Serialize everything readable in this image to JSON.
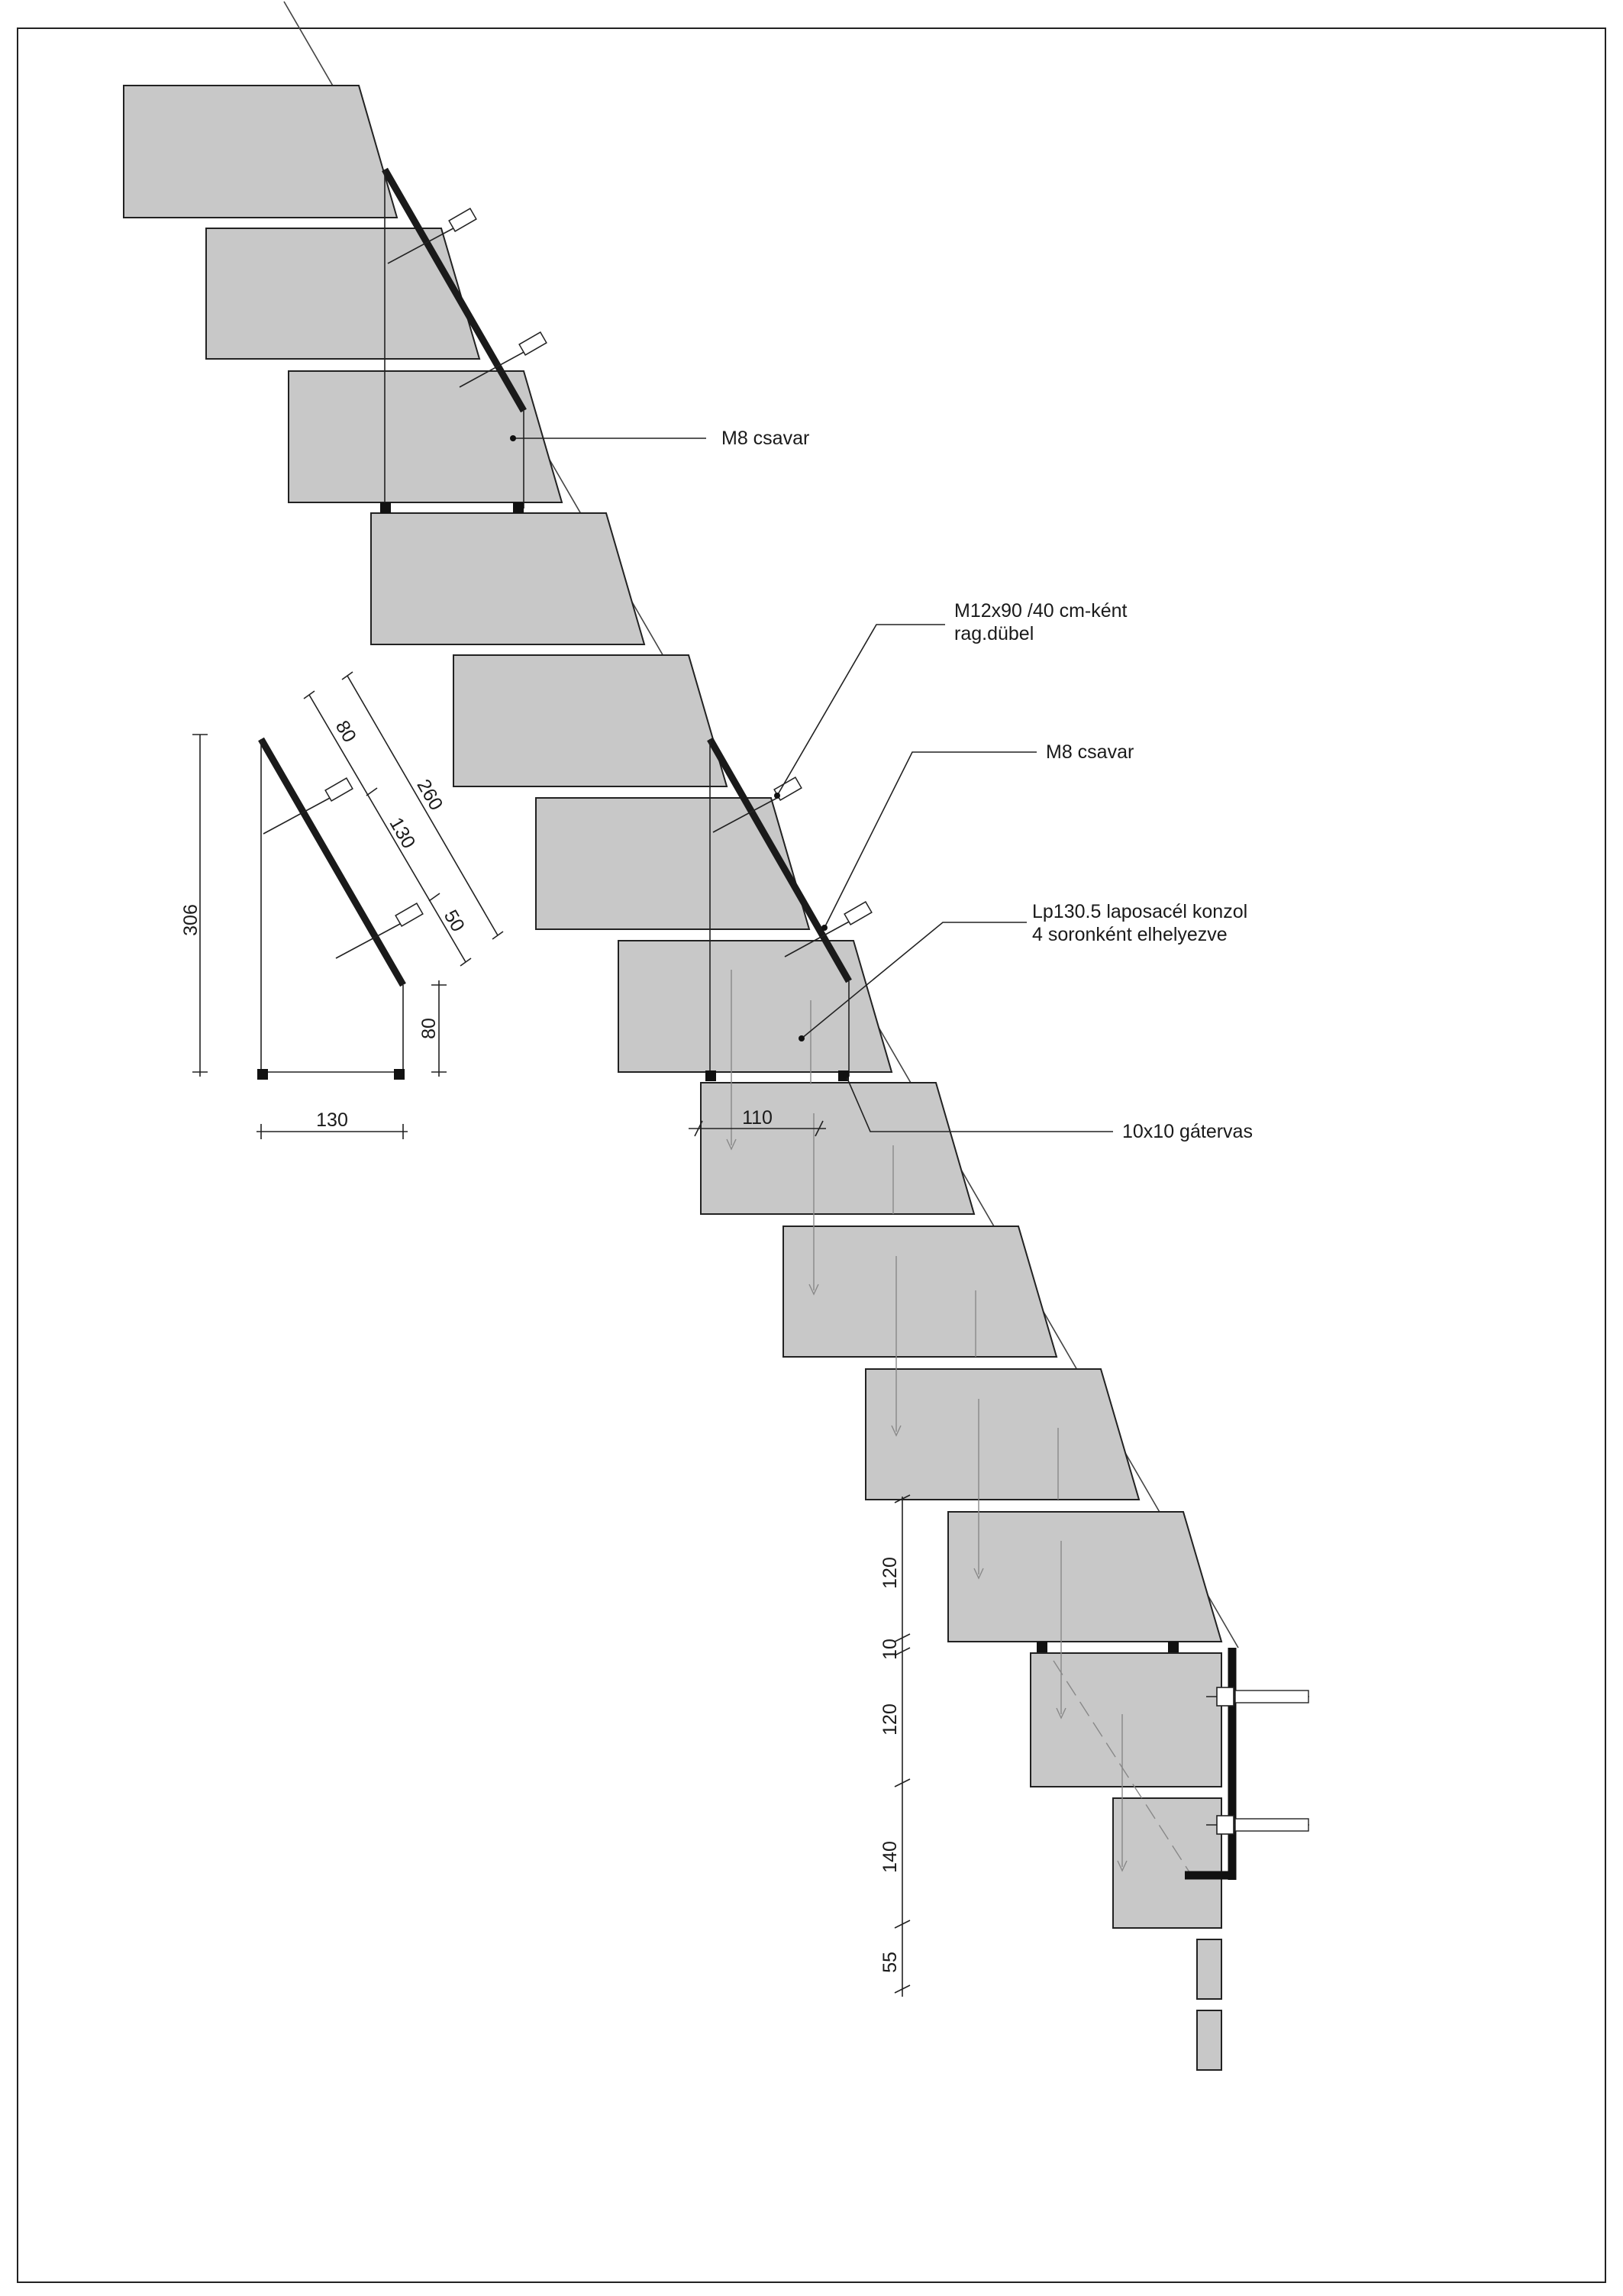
{
  "colors": {
    "block": "#c8c8c8",
    "line": "#222222",
    "steel": "#1a1a1a",
    "hidden": "#888888"
  },
  "labels": {
    "m8_top": "M8 csavar",
    "dowel_line1": "M12x90 /40 cm-ként",
    "dowel_line2": "rag.dübel",
    "m8_mid": "M8 csavar",
    "console_line1": "Lp130.5 laposacél konzol",
    "console_line2": "4 soronként elhelyezve",
    "bar": "10x10 gátervas"
  },
  "dimensions": {
    "detail_height": "306",
    "detail_base": "130",
    "detail_leg": "80",
    "diag_80": "80",
    "diag_260": "260",
    "diag_130": "130",
    "diag_50": "50",
    "tread_110": "110",
    "v_120_a": "120",
    "v_10": "10",
    "v_120_b": "120",
    "v_140": "140",
    "v_55": "55"
  }
}
